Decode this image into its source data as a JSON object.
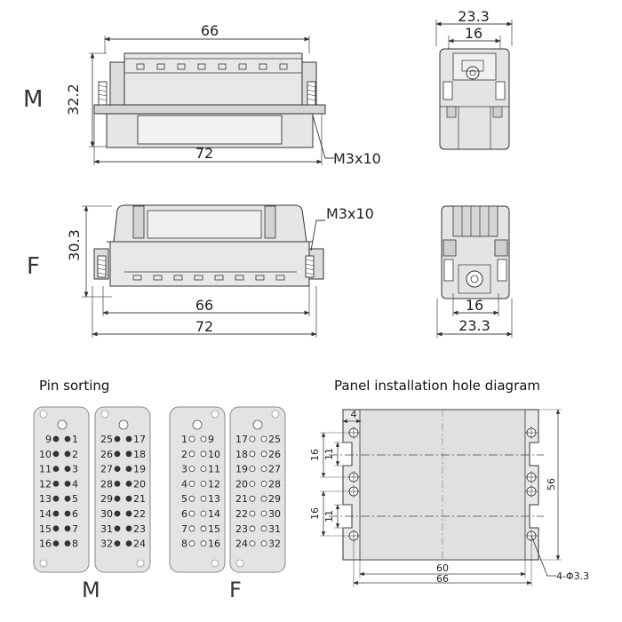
{
  "connector": {
    "m_label": "M",
    "f_label": "F",
    "m_front": {
      "width_inner": "66",
      "height": "32.2",
      "width_outer": "72",
      "screw": "M3x10"
    },
    "m_side": {
      "width_outer": "23.3",
      "width_inner": "16"
    },
    "f_front": {
      "screw": "M3x10",
      "height": "30.3",
      "width_inner": "66",
      "width_outer": "72"
    },
    "f_side": {
      "width_inner": "16",
      "width_outer": "23.3"
    }
  },
  "pin_sorting": {
    "title": "Pin sorting",
    "label_m": "M",
    "label_f": "F",
    "male_left": {
      "left": [
        "9",
        "10",
        "11",
        "12",
        "13",
        "14",
        "15",
        "16"
      ],
      "right": [
        "1",
        "2",
        "3",
        "4",
        "5",
        "6",
        "7",
        "8"
      ]
    },
    "male_right": {
      "left": [
        "25",
        "26",
        "27",
        "28",
        "29",
        "30",
        "31",
        "32"
      ],
      "right": [
        "17",
        "18",
        "19",
        "20",
        "21",
        "22",
        "23",
        "24"
      ]
    },
    "female_left": {
      "left": [
        "1",
        "2",
        "3",
        "4",
        "5",
        "6",
        "7",
        "8"
      ],
      "right": [
        "9",
        "10",
        "11",
        "12",
        "13",
        "14",
        "15",
        "16"
      ]
    },
    "female_right": {
      "left": [
        "17",
        "18",
        "19",
        "20",
        "21",
        "22",
        "23",
        "24"
      ],
      "right": [
        "25",
        "26",
        "27",
        "28",
        "29",
        "30",
        "31",
        "32"
      ]
    }
  },
  "panel": {
    "title": "Panel installation hole diagram",
    "dim_4": "4",
    "dim_16a": "16",
    "dim_11a": "11",
    "dim_16b": "16",
    "dim_11b": "11",
    "dim_56": "56",
    "dim_60": "60",
    "dim_66": "66",
    "hole_note": "4-Φ3.3"
  },
  "colors": {
    "body_fill": "#e3e3e3",
    "line": "#333333",
    "dim_line": "#444444",
    "panel_fill": "#e8e8e8"
  }
}
